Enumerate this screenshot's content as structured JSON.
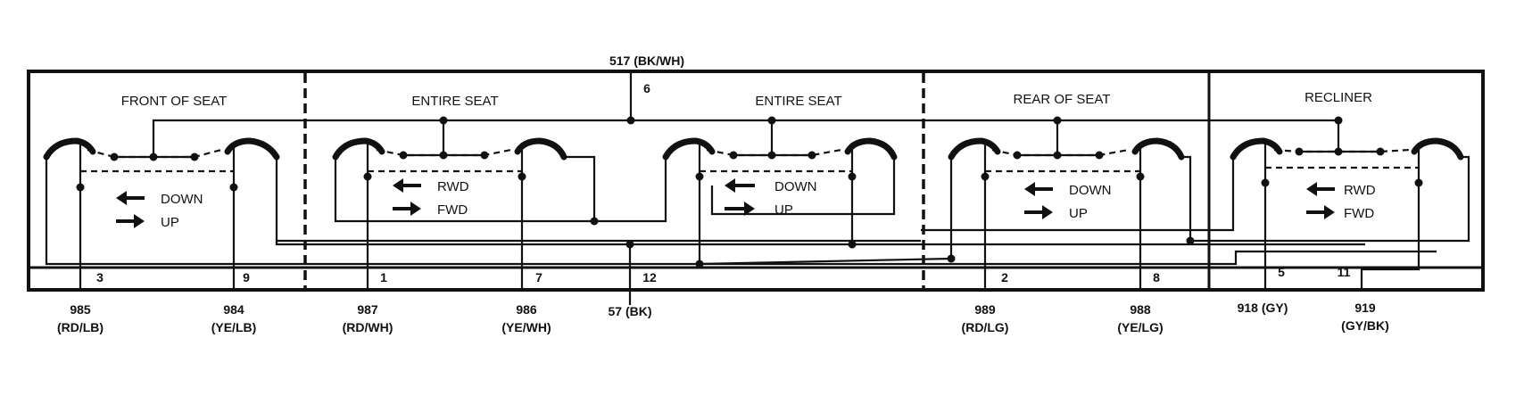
{
  "sections": {
    "front": "FRONT OF SEAT",
    "entire1": "ENTIRE   SEAT",
    "entire2": "ENTIRE  SEAT",
    "rear": "REAR OF SEAT",
    "recliner": "RECLINER"
  },
  "directions": {
    "front_a": "DOWN",
    "front_b": "UP",
    "entire1_a": "RWD",
    "entire1_b": "FWD",
    "entire2_a": "DOWN",
    "entire2_b": "UP",
    "rear_a": "DOWN",
    "rear_b": "UP",
    "recliner_a": "RWD",
    "recliner_b": "FWD"
  },
  "top_circuit": {
    "label": "517 (BK/WH)",
    "pin": "6"
  },
  "pins": {
    "p3": "3",
    "p9": "9",
    "p1": "1",
    "p7": "7",
    "p12": "12",
    "p2": "2",
    "p8": "8",
    "p5": "5",
    "p11": "11"
  },
  "wires": {
    "w985_num": "985",
    "w985_color": "(RD/LB)",
    "w984_num": "984",
    "w984_color": "(YE/LB)",
    "w987_num": "987",
    "w987_color": "(RD/WH)",
    "w986_num": "986",
    "w986_color": "(YE/WH)",
    "w57": "57 (BK)",
    "w989_num": "989",
    "w989_color": "(RD/LG)",
    "w988_num": "988",
    "w988_color": "(YE/LG)",
    "w918": "918 (GY)",
    "w919_num": "919",
    "w919_color": "(GY/BK)"
  }
}
